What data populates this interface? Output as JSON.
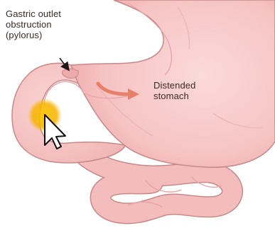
{
  "labels": {
    "gastric_outlet": {
      "line1": "Gastric outlet",
      "line2": "obstruction",
      "line3": "(pylorus)"
    },
    "distended_stomach": {
      "line1": "Distended",
      "line2": "stomach"
    }
  },
  "colors": {
    "tissue_fill": "#f6c3c3",
    "tissue_fill_light": "#fbd9d8",
    "tissue_outline": "#c98888",
    "fold_lines": "#e5a4a6",
    "flow_arrow": "#e6806b",
    "cursor_highlight": "#f7b300",
    "label_text": "#3a2a2a"
  },
  "icons": {
    "pointer": "mouse-cursor-icon",
    "label_arrow": "pointer-arrow-icon",
    "flow_arrow": "curved-flow-arrow-icon"
  }
}
